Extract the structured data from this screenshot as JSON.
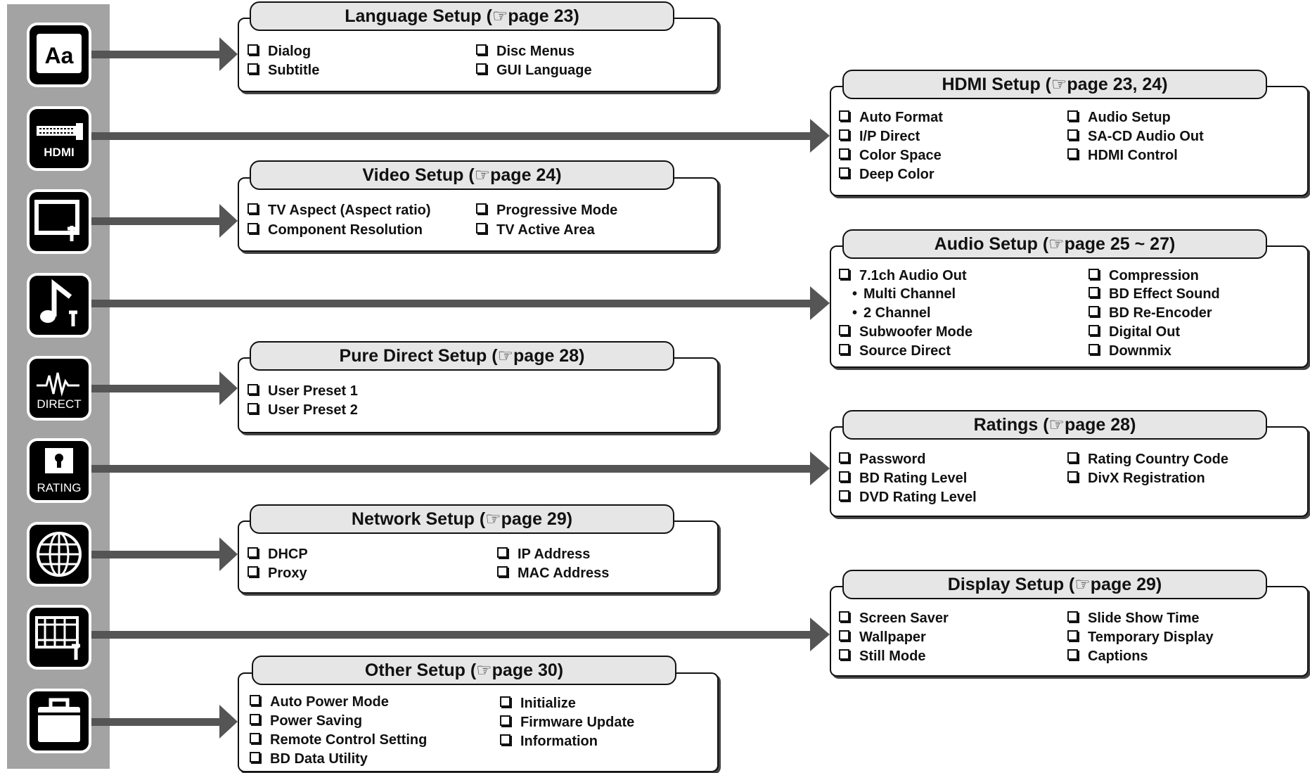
{
  "icons": [
    {
      "name": "language-icon",
      "label": "Aa"
    },
    {
      "name": "hdmi-icon",
      "label": "HDMI"
    },
    {
      "name": "video-icon",
      "label": ""
    },
    {
      "name": "audio-icon",
      "label": ""
    },
    {
      "name": "pure-direct-icon",
      "label": "DIRECT"
    },
    {
      "name": "rating-icon",
      "label": "RATING"
    },
    {
      "name": "network-icon",
      "label": ""
    },
    {
      "name": "display-icon",
      "label": ""
    },
    {
      "name": "other-setup-icon",
      "label": ""
    }
  ],
  "panels": {
    "language": {
      "title": "Language Setup (",
      "page": "page 23)",
      "items": [
        "Dialog",
        "Subtitle",
        "Disc Menus",
        "GUI Language"
      ]
    },
    "hdmi": {
      "title": "HDMI Setup (",
      "page": "page 23, 24)",
      "items": [
        "Auto Format",
        "I/P Direct",
        "Color Space",
        "Deep Color",
        "Audio Setup",
        "SA-CD Audio Out",
        "HDMI Control"
      ]
    },
    "video": {
      "title": "Video Setup (",
      "page": "page 24)",
      "items": [
        "TV Aspect (Aspect ratio)",
        "Component Resolution",
        "Progressive Mode",
        "TV Active Area"
      ]
    },
    "audio": {
      "title": "Audio Setup (",
      "page": "page 25 ~ 27)",
      "items": [
        "7.1ch Audio Out",
        "Multi Channel",
        "2 Channel",
        "Subwoofer Mode",
        "Source Direct",
        "Compression",
        "BD Effect Sound",
        "BD Re-Encoder",
        "Digital Out",
        "Downmix"
      ]
    },
    "pure_direct": {
      "title": "Pure Direct Setup (",
      "page": "page 28)",
      "items": [
        "User Preset 1",
        "User Preset 2"
      ]
    },
    "ratings": {
      "title": "Ratings (",
      "page": "page 28)",
      "items": [
        "Password",
        "BD Rating Level",
        "DVD Rating Level",
        "Rating Country Code",
        "DivX Registration"
      ]
    },
    "network": {
      "title": "Network Setup (",
      "page": "page 29)",
      "items": [
        "DHCP",
        "Proxy",
        "IP Address",
        "MAC Address"
      ]
    },
    "display": {
      "title": "Display Setup (",
      "page": "page 29)",
      "items": [
        "Screen Saver",
        "Wallpaper",
        "Still Mode",
        "Slide Show Time",
        "Temporary Display",
        "Captions"
      ]
    },
    "other": {
      "title": "Other Setup (",
      "page": "page 30)",
      "items": [
        "Auto Power Mode",
        "Power Saving",
        "Remote Control Setting",
        "BD Data Utility",
        "Initialize",
        "Firmware Update",
        "Information"
      ]
    }
  },
  "hand_icon": "☞",
  "colors": {
    "sidebar": "#a3a3a3",
    "arrow": "#555555",
    "title_fill": "#e6e6e6"
  }
}
